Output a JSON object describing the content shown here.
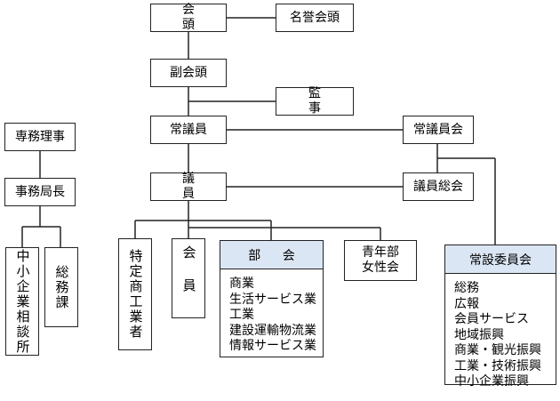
{
  "chairman": "会 頭",
  "honorary_chairman": "名誉会頭",
  "vice_chairman": "副会頭",
  "auditor": "監 事",
  "standing_members": "常議員",
  "standing_members_council": "常議員会",
  "members": "議 員",
  "general_assembly": "議員総会",
  "managing_director": "専務理事",
  "secretary_general": "事務局長",
  "sme_consultation": "中小企業相談所",
  "general_affairs_section": "総務課",
  "specified_commerce": "特定商工業者",
  "general_members": "会員",
  "youth_women": [
    "青年部",
    "女性会"
  ],
  "divisions": {
    "title": "部 会",
    "items": [
      "商業",
      "生活サービス業",
      "工業",
      "建設運輸物流業",
      "情報サービス業"
    ]
  },
  "standing_committees": {
    "title": "常設委員会",
    "items": [
      "総務",
      "広報",
      "会員サービス",
      "地域振興",
      "商業・観光振興",
      "工業・技術振興",
      "中小企業振興"
    ]
  }
}
